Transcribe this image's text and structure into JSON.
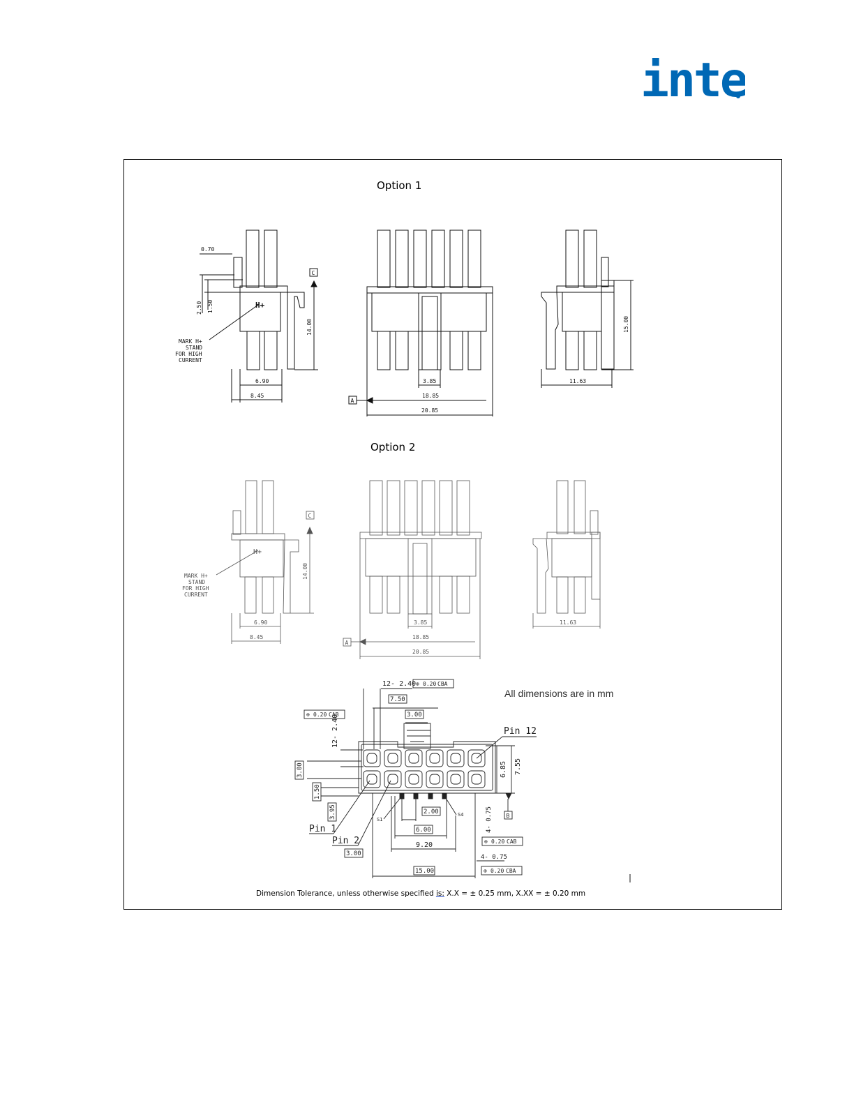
{
  "brand": {
    "logo_text": "intel",
    "logo_color": "#0068b5",
    "dot_color": "#00c7fd"
  },
  "drawing": {
    "option1_title": "Option 1",
    "option2_title": "Option 2",
    "units_note": "All dimensions are in mm",
    "tolerance_prefix": "Dimension Tolerance, unless otherwise specified ",
    "tolerance_is": "is:",
    "tolerance_values": "  X.X = ± 0.25 mm, X.XX = ± 0.20 mm",
    "mark_lines": [
      "MARK H+",
      "STAND",
      "FOR HIGH",
      "CURRENT"
    ],
    "h_plus": "H+",
    "datum_a": "A",
    "datum_b": "B",
    "datum_c": "C",
    "dims": {
      "d070": "0.70",
      "d250": "2.50",
      "d150": "1.50",
      "d1400": "14.00",
      "d690": "6.90",
      "d845": "8.45",
      "d385": "3.85",
      "d1885": "18.85",
      "d2085": "20.85",
      "d1163": "11.63",
      "d1500": "15.00"
    },
    "bottom": {
      "holes_top": "12- 2.40",
      "holes_left": "12- 2.40",
      "gdt_020": "0.20",
      "gdt_refs_cba": "CBA",
      "gdt_refs_cab": "CAB",
      "d750": "7.50",
      "d300": "3.00",
      "d685": "6.85",
      "d755": "7.55",
      "d150": "1.50",
      "d395": "3.95",
      "d200": "2.00",
      "d600": "6.00",
      "d920": "9.20",
      "d1500": "15.00",
      "d475": "4- 0.75",
      "s1": "S1",
      "s4": "S4",
      "pin1": "Pin 1",
      "pin2": "Pin 2",
      "pin12": "Pin 12"
    }
  }
}
